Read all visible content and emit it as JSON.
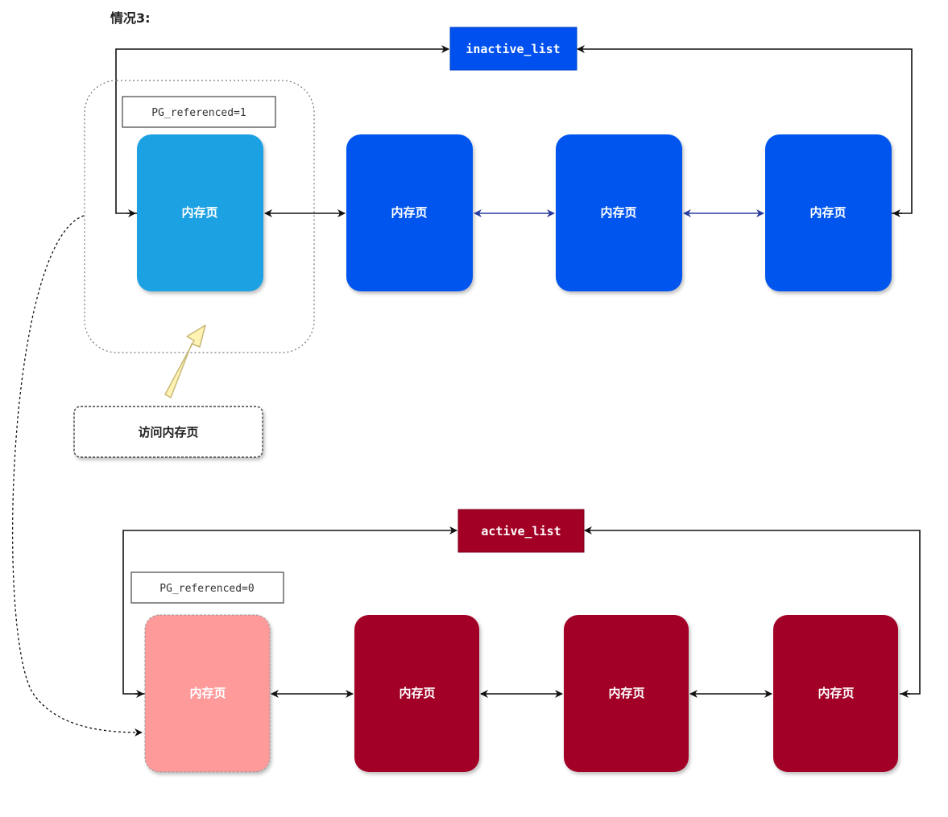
{
  "title": "情况3:",
  "inactive": {
    "list_label": "inactive_list",
    "flag_label": "PG_referenced=1",
    "pages": [
      "内存页",
      "内存页",
      "内存页",
      "内存页"
    ]
  },
  "active": {
    "list_label": "active_list",
    "flag_label": "PG_referenced=0",
    "pages": [
      "内存页",
      "内存页",
      "内存页",
      "内存页"
    ]
  },
  "note": "访问内存页",
  "colors": {
    "inactive_fill": "#0055ee",
    "inactive_accessed_fill": "#1ba1e2",
    "inactive_header_fill": "#0050ef",
    "active_fill": "#a20025",
    "active_moved_fill": "#ff9a9a",
    "active_header_fill": "#a20025",
    "access_arrow_fill": "#fff2b3"
  }
}
